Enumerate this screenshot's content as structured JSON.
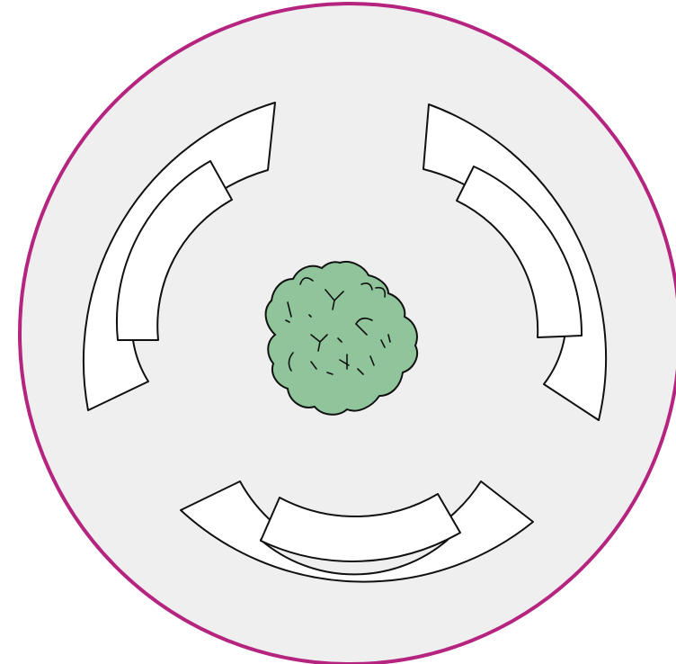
{
  "diagram": {
    "outer_circle": {
      "fill": "#efefef",
      "stroke": "#b5247f"
    },
    "arc_segments": {
      "fill": "#ffffff",
      "stroke": "#111111",
      "items": [
        {
          "name": "left-outer-arc"
        },
        {
          "name": "left-inner-arc"
        },
        {
          "name": "right-outer-arc"
        },
        {
          "name": "right-inner-arc"
        },
        {
          "name": "bottom-outer-arc"
        },
        {
          "name": "bottom-inner-arc"
        }
      ]
    },
    "center_blob": {
      "fill": "#90c59c",
      "stroke": "#111111",
      "icon": "shrub-icon"
    }
  }
}
